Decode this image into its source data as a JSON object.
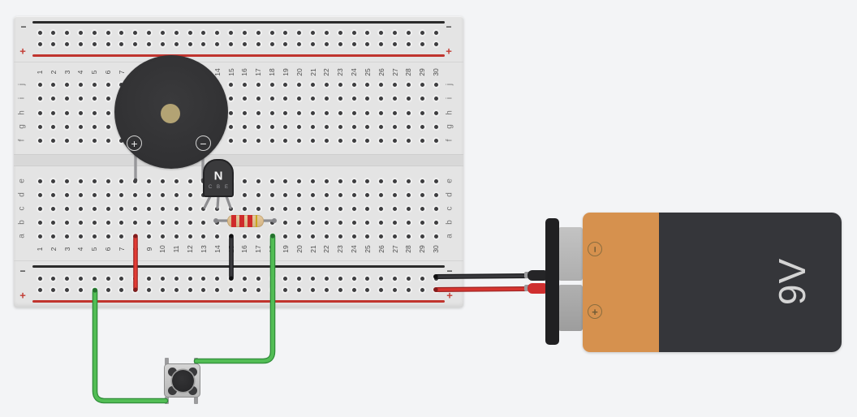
{
  "canvas": {
    "background_color": "#f3f4f6"
  },
  "breadboard": {
    "column_numbers": [
      "1",
      "2",
      "3",
      "4",
      "5",
      "6",
      "7",
      "8",
      "9",
      "10",
      "11",
      "12",
      "13",
      "14",
      "15",
      "16",
      "17",
      "18",
      "19",
      "20",
      "21",
      "22",
      "23",
      "24",
      "25",
      "26",
      "27",
      "28",
      "29",
      "30"
    ],
    "row_letters_top": [
      "j",
      "i",
      "h",
      "g",
      "f"
    ],
    "row_letters_bottom": [
      "e",
      "d",
      "c",
      "b",
      "a"
    ],
    "plus_label": "+",
    "minus_label": "−",
    "body_color": "#e4e4e4",
    "positive_line_color": "#c0342e",
    "negative_line_color": "#2b2b2b"
  },
  "buzzer": {
    "plus_label": "+",
    "minus_label": "−",
    "body_color": "#323234"
  },
  "transistor": {
    "type_label": "N",
    "pin_labels": [
      "C",
      "B",
      "E"
    ],
    "body_color": "#3a3a3c"
  },
  "resistor": {
    "band_names": [
      "red",
      "red",
      "red",
      "gold"
    ],
    "band_colors": [
      "#cf2b2b",
      "#cf2b2b",
      "#cf2b2b",
      "#c9a61f"
    ],
    "body_color": "#dbbd90"
  },
  "pushbutton": {
    "body_color": "#c6c6c6"
  },
  "battery": {
    "voltage_label": "9V",
    "plus_label": "+",
    "minus_label": "−",
    "wrap_color": "#d6914e",
    "body_color": "#35363a"
  },
  "wires": {
    "red_jumper_color": "#e23b34",
    "black_jumper_color": "#3a3a3e",
    "green_wire_color": "#52bd55",
    "battery_red_lead_color": "#d63530",
    "battery_black_lead_color": "#38383c"
  }
}
